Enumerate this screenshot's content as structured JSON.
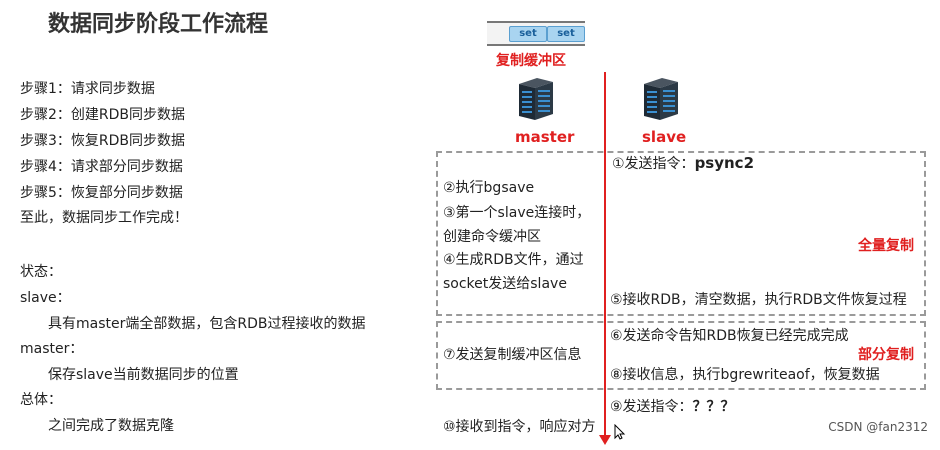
{
  "title": "数据同步阶段工作流程",
  "left_panel": {
    "steps": [
      "步骤1：请求同步数据",
      "步骤2：创建RDB同步数据",
      "步骤3：恢复RDB同步数据",
      "步骤4：请求部分同步数据",
      "步骤5：恢复部分同步数据",
      "至此，数据同步工作完成！"
    ],
    "status_label": "状态：",
    "slave_label": "slave：",
    "slave_desc": "具有master端全部数据，包含RDB过程接收的数据",
    "master_label": "master：",
    "master_desc": "保存slave当前数据同步的位置",
    "overall_label": "总体：",
    "overall_desc": "之间完成了数据克隆"
  },
  "buffer": {
    "chips": [
      "set",
      "set"
    ],
    "label": "复制缓冲区"
  },
  "nodes": {
    "master": "master",
    "slave": "slave"
  },
  "flow": {
    "s1_prefix": "①发送指令：",
    "s1_cmd": "psync2",
    "s2": "②执行bgsave",
    "s3_line1": "③第一个slave连接时，",
    "s3_line2": "创建命令缓冲区",
    "s4_line1": "④生成RDB文件，通过",
    "s4_line2": "socket发送给slave",
    "s5": "⑤接收RDB，清空数据，执行RDB文件恢复过程",
    "s6": "⑥发送命令告知RDB恢复已经完成完成",
    "s7": "⑦发送复制缓冲区信息",
    "s8": "⑧接收信息，执行bgrewriteaof，恢复数据",
    "s9_prefix": "⑨发送指令：",
    "s9_cmd": "？？？",
    "s10": "⑩接收到指令，响应对方"
  },
  "phases": {
    "full": "全量复制",
    "partial": "部分复制"
  },
  "colors": {
    "accent_red": "#e02020",
    "server_dark": "#1e2a35",
    "server_blue": "#3a8fd0"
  },
  "watermark": "CSDN @fan2312"
}
